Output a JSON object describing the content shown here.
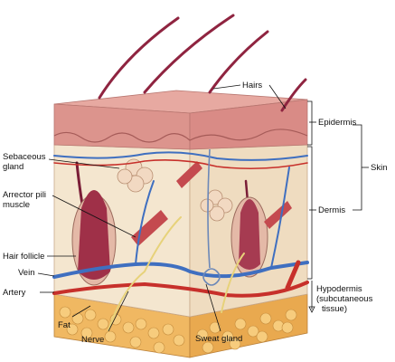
{
  "labels": {
    "hairs": "Hairs",
    "epidermis": "Epidermis",
    "skin": "Skin",
    "dermis": "Dermis",
    "hypodermis": "Hypodermis",
    "subcutaneous_1": "(subcutaneous",
    "subcutaneous_2": "tissue)",
    "sebaceous_1": "Sebaceous",
    "sebaceous_2": "gland",
    "arrector_1": "Arrector pili",
    "arrector_2": "muscle",
    "hair_follicle": "Hair follicle",
    "vein": "Vein",
    "artery": "Artery",
    "fat": "Fat",
    "nerve": "Nerve",
    "sweat_gland": "Sweat gland"
  },
  "colors": {
    "epidermis": "#e7a9a1",
    "dermis": "#f4e6cf",
    "fat": "#f0b862",
    "hair": "#8f2440",
    "vein": "#3f6fc0",
    "artery": "#c7302b"
  }
}
